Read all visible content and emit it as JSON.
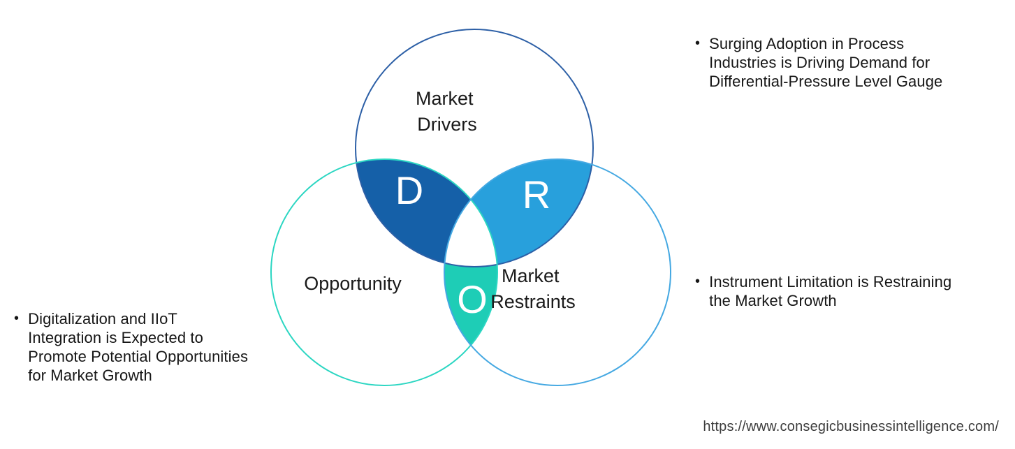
{
  "diagram": {
    "circles": [
      {
        "id": "drivers",
        "label_line1": "Market",
        "label_line2": "Drivers",
        "stroke": "#2C5FA6"
      },
      {
        "id": "opportunity",
        "label_line1": "Opportunity",
        "label_line2": "",
        "stroke": "#2BD6C2"
      },
      {
        "id": "restraints",
        "label_line1": "Market",
        "label_line2": "Restraints",
        "stroke": "#44A8E2"
      }
    ],
    "regions": [
      {
        "letter": "D",
        "fill": "#1560A8"
      },
      {
        "letter": "R",
        "fill": "#28A0DC"
      },
      {
        "letter": "O",
        "fill": "#1ECDB6"
      }
    ],
    "letter_color": "#ffffff",
    "label_color": "#1a1a1a"
  },
  "bullets": {
    "drivers": {
      "glyph": "•",
      "text": "Surging Adoption in Process Industries is Driving Demand for Differential-Pressure Level Gauge"
    },
    "restraints": {
      "glyph": "•",
      "text": "Instrument Limitation is Restraining the Market Growth"
    },
    "opportunity": {
      "glyph": "•",
      "text": "Digitalization and IIoT Integration is Expected to Promote Potential Opportunities for Market Growth"
    }
  },
  "footer": {
    "url": "https://www.consegicbusinessintelligence.com/"
  }
}
